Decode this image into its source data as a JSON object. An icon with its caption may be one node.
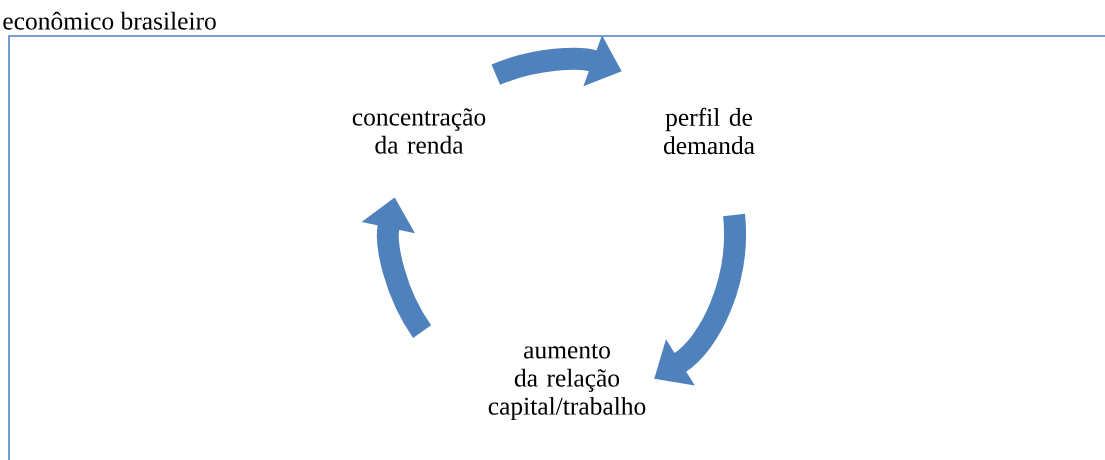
{
  "diagram": {
    "title": "econômico brasileiro",
    "nodes": [
      {
        "text": [
          "concentração da renda"
        ]
      },
      {
        "text": [
          "perfil de demanda"
        ]
      },
      {
        "text": [
          "aumento da relação capital/trabalho"
        ]
      }
    ],
    "edges": [
      {
        "from": 0,
        "to": 1,
        "arrow": "to"
      },
      {
        "from": 1,
        "to": 2,
        "arrow": "to"
      },
      {
        "from": 2,
        "to": 0,
        "arrow": "to"
      }
    ]
  }
}
